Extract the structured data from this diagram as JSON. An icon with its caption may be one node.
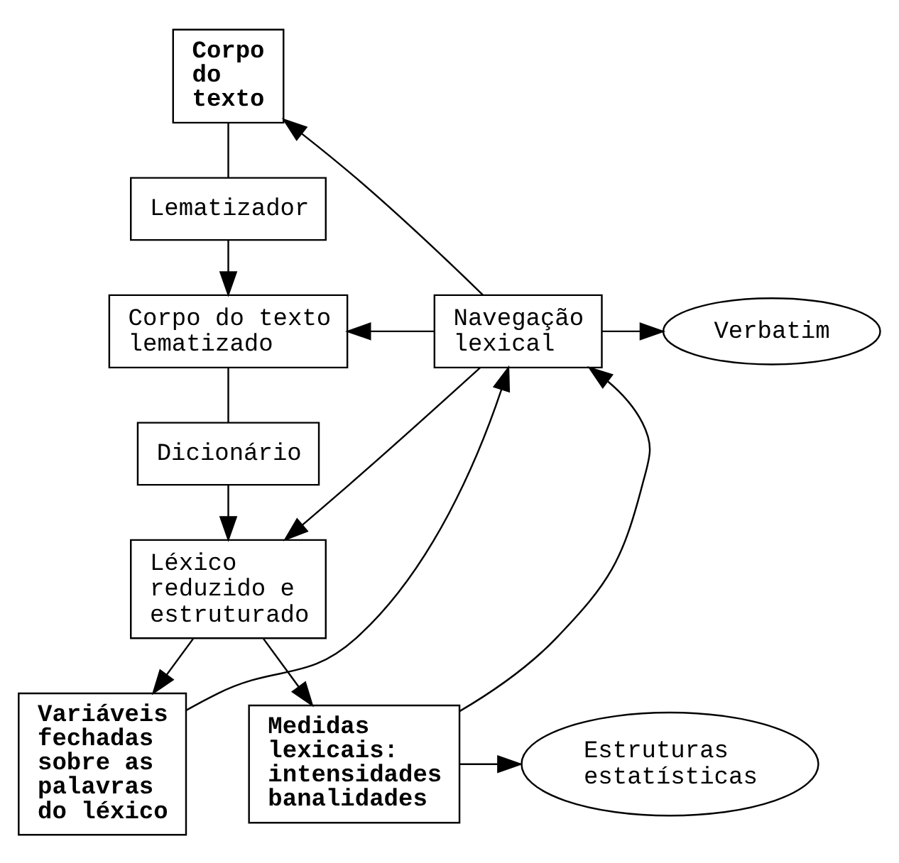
{
  "diagram": {
    "nodes": [
      {
        "text": [
          "Corpo do texto"
        ]
      },
      {
        "text": [
          "Lematizador"
        ]
      },
      {
        "text": [
          "Corpo do texto lematizado"
        ]
      },
      {
        "text": [
          "Navegação lexical"
        ]
      },
      {
        "text": [
          "Verbatim"
        ]
      },
      {
        "text": [
          "Dicionário"
        ]
      },
      {
        "text": [
          "Léxico reduzido e estruturado"
        ]
      },
      {
        "text": [
          "Variáveis fechadas sobre as palavras do léxico"
        ]
      },
      {
        "text": [
          "Medidas lexicais: intensidades banalidades"
        ]
      },
      {
        "text": [
          "Estruturas estatísticas"
        ]
      }
    ],
    "edges": [
      {
        "from": 0,
        "to": 1,
        "arrow": "none"
      },
      {
        "from": 1,
        "to": 2,
        "arrow": "to"
      },
      {
        "from": 3,
        "to": 0,
        "arrow": "to"
      },
      {
        "from": 3,
        "to": 2,
        "arrow": "to"
      },
      {
        "from": 3,
        "to": 4,
        "arrow": "to"
      },
      {
        "from": 2,
        "to": 5,
        "arrow": "none"
      },
      {
        "from": 5,
        "to": 6,
        "arrow": "to"
      },
      {
        "from": 3,
        "to": 6,
        "arrow": "to"
      },
      {
        "from": 6,
        "to": 7,
        "arrow": "to"
      },
      {
        "from": 6,
        "to": 8,
        "arrow": "to"
      },
      {
        "from": 7,
        "to": 3,
        "arrow": "to"
      },
      {
        "from": 8,
        "to": 3,
        "arrow": "to"
      },
      {
        "from": 8,
        "to": 9,
        "arrow": "to"
      }
    ]
  }
}
